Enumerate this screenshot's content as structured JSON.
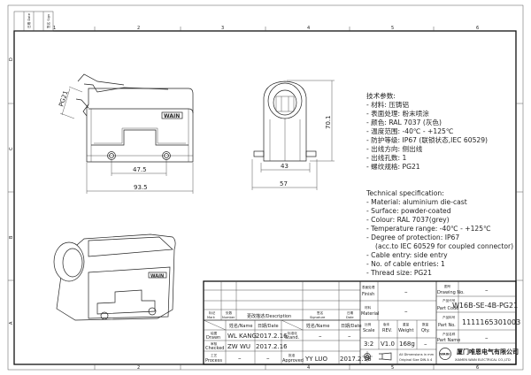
{
  "frame": {
    "columns": [
      "1",
      "2",
      "3",
      "4",
      "5",
      "6"
    ],
    "rows": [
      "D",
      "C",
      "B",
      "A"
    ],
    "corner_labels": [
      "签名 Sign",
      "日期 Date"
    ]
  },
  "views": {
    "front": {
      "logo": "WAIN",
      "dim_thread": "PG21",
      "dim_holes": "47.5",
      "dim_length": "93.5"
    },
    "side": {
      "dim_inner": "43",
      "dim_width": "57",
      "dim_height": "70.1"
    },
    "iso": {
      "logo": "WAIN"
    }
  },
  "spec_cn": {
    "title": "技术参数:",
    "lines": [
      "- 材料: 压铸铝",
      "- 表面处理: 粉末喷涂",
      "- 颜色: RAL 7037 (灰色)",
      "- 温度范围: -40℃ - +125℃",
      "- 防护等级: IP67 (联锁状态,IEC 60529)",
      "- 出线方向: 侧出线",
      "- 出线孔数: 1",
      "- 螺纹规格: PG21"
    ]
  },
  "spec_en": {
    "title": "Technical specification:",
    "lines": [
      "- Material: aluminium die-cast",
      "- Surface: powder-coated",
      "- Colour: RAL 7037(grey)",
      "- Temperature range: -40℃ - +125℃",
      "- Degree of protection: IP67",
      "  (acc.to IEC 60529 for coupled connector)",
      "- Cable entry: side entry",
      "- No. of cable entries: 1",
      "- Thread size: PG21"
    ]
  },
  "title_block": {
    "mark": {
      "cn": "标记",
      "en": "Mark"
    },
    "number": {
      "cn": "处数",
      "en": "Number"
    },
    "description": "更改描述/Description",
    "signature": {
      "cn": "签名",
      "en": "Signature"
    },
    "date": {
      "cn": "日期",
      "en": "Date"
    },
    "name_header": "姓名/Name",
    "date_header": "日期/Date",
    "drawn": {
      "cn": "绘图",
      "en": "Drawn",
      "name": "WL  KANG",
      "date": "2017.2.16"
    },
    "checked": {
      "cn": "审核",
      "en": "Checked",
      "name": "ZW    WU",
      "date": "2017.2.16"
    },
    "process": {
      "cn": "工艺",
      "en": "Process",
      "name": "–",
      "date": "–"
    },
    "stand": {
      "cn": "标准化",
      "en": "Stand.",
      "name": "–",
      "date": "–"
    },
    "approved": {
      "cn": "批准",
      "en": "Approved",
      "name": "YY   LUO",
      "date": "2017.2.16"
    },
    "finish": {
      "cn": "表面处理",
      "en": "Finish",
      "value": "–"
    },
    "material": {
      "cn": "材料",
      "en": "Material",
      "value": "–"
    },
    "scale": {
      "cn": "比例",
      "en": "Scale",
      "value": "3:2"
    },
    "rev": {
      "cn": "版本",
      "en": "REV.",
      "value": "V1.0"
    },
    "weight": {
      "cn": "重量",
      "en": "Weight",
      "value": "168g"
    },
    "qty": {
      "cn": "数量",
      "en": "Qty.",
      "value": "–"
    },
    "dims_note": [
      "All Dimensions in mm",
      "Original Size DIN A 4"
    ],
    "drawing_no": {
      "cn": "图号",
      "en": "Drawing No.",
      "value": "–"
    },
    "part_code": {
      "cn": "产品代号",
      "en": "Part Code",
      "value": "W16B-SE-4B-PG21"
    },
    "part_no": {
      "cn": "产品料号",
      "en": "Part No.",
      "value": "1111165301003"
    },
    "part_name": {
      "cn": "产品名称",
      "en": "Part Name",
      "value": "–"
    },
    "company_cn": "厦门唯恩电气有限公司",
    "company_en": "XIAMEN WAIN ELECTRICAL CO.,LTD",
    "logo": "WAIN"
  }
}
